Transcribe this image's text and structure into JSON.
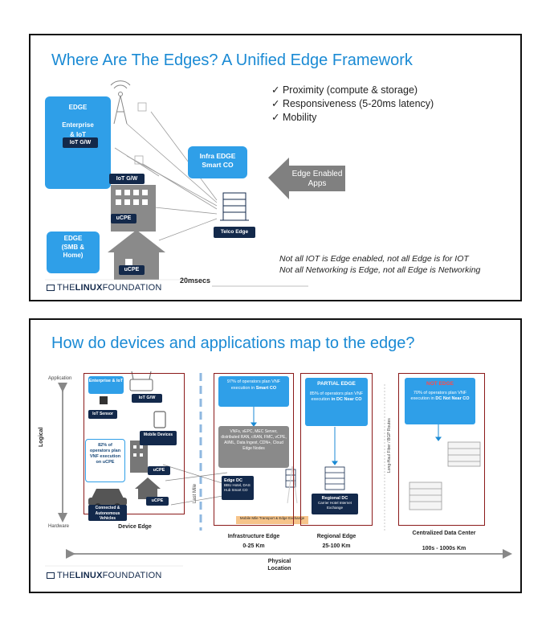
{
  "slide1": {
    "title": "Where Are The Edges? A Unified Edge Framework",
    "checklist": [
      "✓ Proximity (compute & storage)",
      "✓ Responsiveness (5-20ms latency)",
      "✓ Mobility"
    ],
    "edge_enterprise": {
      "line1": "EDGE",
      "line2": "Enterprise",
      "line3": "& IoT"
    },
    "iot_gw_1": "IoT G/W",
    "iot_gw_2": "IoT G/W",
    "ucpe_1": "uCPE",
    "ucpe_2": "uCPE",
    "edge_smb": {
      "line1": "EDGE",
      "line2": "(SMB &",
      "line3": "Home)"
    },
    "infra_edge": {
      "line1": "Infra EDGE",
      "line2": "Smart CO"
    },
    "telco_edge": "Telco Edge",
    "arrow_label": {
      "line1": "Edge Enabled",
      "line2": "Apps"
    },
    "latency": "20msecs",
    "notes": [
      "Not all IOT is Edge enabled, not all Edge is for IOT",
      "Not all Networking is Edge, not all Edge is Networking"
    ],
    "logo": {
      "prefix": "THE",
      "bold": "LINUX",
      "suffix": "FOUNDATION"
    }
  },
  "slide2": {
    "title": "How do devices and applications map to the edge?",
    "axis": {
      "top": "Application",
      "bottom": "Hardware",
      "side": "Logical",
      "physical": "Physical",
      "location": "Location",
      "last_mile": "Last Mile",
      "long_haul": "Long-Haul Fiber / BGP Routes"
    },
    "device_edge": {
      "enterprise": "Enterprise & IoT",
      "iot_gw": "IoT G/W",
      "iot_sensor": "IoT Sensor",
      "mobile": "Mobile Devices",
      "ucpe_callout": "82% of operators plan VNF execution on uCPE",
      "ucpe_1": "uCPE",
      "ucpe_2": "uCPE",
      "vehicles": "Connected & Autonomous Vehicles",
      "label": "Device Edge"
    },
    "infra_edge": {
      "callout_pre": "97% of operators plan VNF execution in ",
      "callout_bold": "Smart CO",
      "services": "VNFs, vEPC, MEC Server, distributed RAN, cRAN, FMC, vCPE, AI/ML, Data Ingest, CDN+, Cloud Edge Nodes",
      "edge_dc_title": "Edge DC",
      "edge_dc_sub": "BBU Hotel, DAS Hub Smart CO",
      "transport": "Mobile Mile Transport & Edge Exchange",
      "label": "Infrastructure Edge",
      "range": "0-25 Km"
    },
    "regional_edge": {
      "title": "PARTIAL EDGE",
      "callout_pre": "85% of operators plan VNF execution ",
      "callout_bold": "in DC Near CO",
      "dc_title": "Regional DC",
      "dc_sub": "Carrier Hotel Internet Exchange",
      "label": "Regional Edge",
      "range": "25-100 Km"
    },
    "central": {
      "title": "NOT EDGE",
      "callout_pre": "70% of operators plan VNF execution in ",
      "callout_bold": "DC Not Near CO",
      "label": "Centralized Data Center",
      "range": "100s - 1000s Km"
    },
    "logo": {
      "prefix": "THE",
      "bold": "LINUX",
      "suffix": "FOUNDATION"
    }
  },
  "colors": {
    "title_blue": "#1a8ad4",
    "box_blue": "#2f9fe8",
    "navy": "#13294b",
    "region_red": "#8b1a1a",
    "not_edge_red": "#ff4a4a",
    "arrow_gray": "#808080"
  }
}
